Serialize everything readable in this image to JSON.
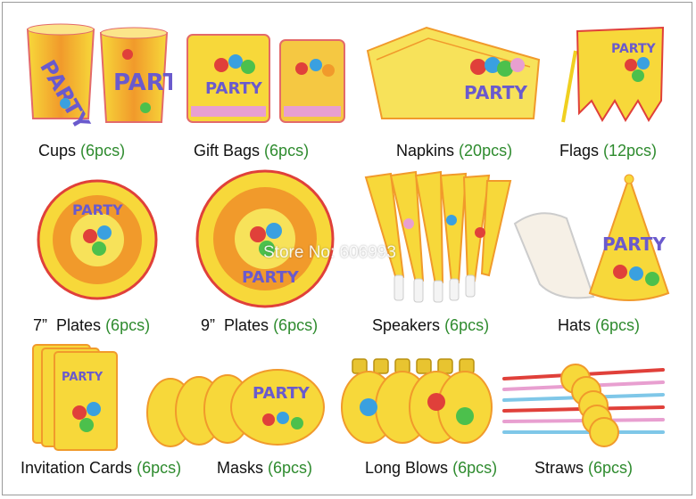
{
  "items": [
    {
      "name": "Cups",
      "qty": "(6pcs)"
    },
    {
      "name": "Gift Bags",
      "qty": "(6pcs)"
    },
    {
      "name": "Napkins",
      "qty": "(20pcs)"
    },
    {
      "name": "Flags",
      "qty": "(12pcs)"
    },
    {
      "name": "7”  Plates",
      "qty": "(6pcs)"
    },
    {
      "name": "9”  Plates",
      "qty": "(6pcs)"
    },
    {
      "name": "Speakers",
      "qty": "(6pcs)"
    },
    {
      "name": "Hats",
      "qty": "(6pcs)"
    },
    {
      "name": "Invitation Cards",
      "qty": "(6pcs)"
    },
    {
      "name": "Masks",
      "qty": "(6pcs)"
    },
    {
      "name": "Long Blows",
      "qty": "(6pcs)"
    },
    {
      "name": "Straws",
      "qty": "(6pcs)"
    }
  ],
  "watermark": "Store No: 606993",
  "print_text": "PARTY",
  "colors": {
    "label_text": "#111111",
    "qty_text": "#2e8b2e",
    "yellow": "#f7d83a",
    "orange": "#f19a2b",
    "purple": "#6a5acd",
    "border": "#9a9a9a"
  }
}
